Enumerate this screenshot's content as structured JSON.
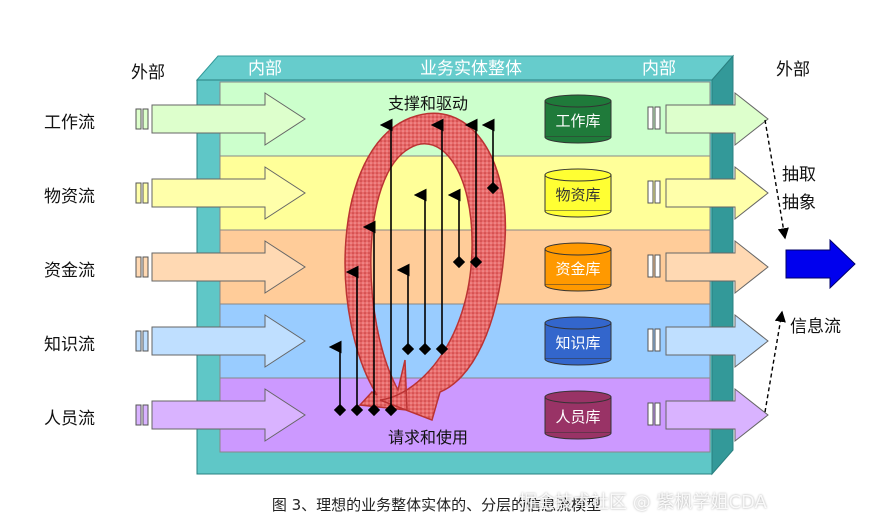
{
  "outer_left_label": "外部",
  "outer_right_label": "外部",
  "inner_left_label": "内部",
  "inner_right_label": "内部",
  "entity_title": "业务实体整体",
  "support_label": "支撑和驱动",
  "request_label": "请求和使用",
  "abstract_label": [
    "抽取",
    "抽象"
  ],
  "info_flow_label": "信息流",
  "flows": [
    {
      "name": "工作流",
      "db": "工作库",
      "band": "#ccffcc",
      "db_color": "#1f7a3a",
      "db_text": "#ffffff",
      "arrow": "#ddffcc"
    },
    {
      "name": "物资流",
      "db": "物资库",
      "band": "#ffff99",
      "db_color": "#ffff33",
      "db_text": "#333333",
      "arrow": "#ffffaa"
    },
    {
      "name": "资金流",
      "db": "资金库",
      "band": "#ffcc99",
      "db_color": "#ff9900",
      "db_text": "#ffffff",
      "arrow": "#ffd9b3"
    },
    {
      "name": "知识流",
      "db": "知识库",
      "band": "#99ccff",
      "db_color": "#3366cc",
      "db_text": "#ffffff",
      "arrow": "#bfdfff"
    },
    {
      "name": "人员流",
      "db": "人员库",
      "band": "#cc99ff",
      "db_color": "#993366",
      "db_text": "#ffffff",
      "arrow": "#d9b3ff"
    }
  ],
  "caption": "图 3、理想的业务整体实体的、分层的信息流模型",
  "watermark": "掘金技术社区 @ 紫枫学姐CDA"
}
